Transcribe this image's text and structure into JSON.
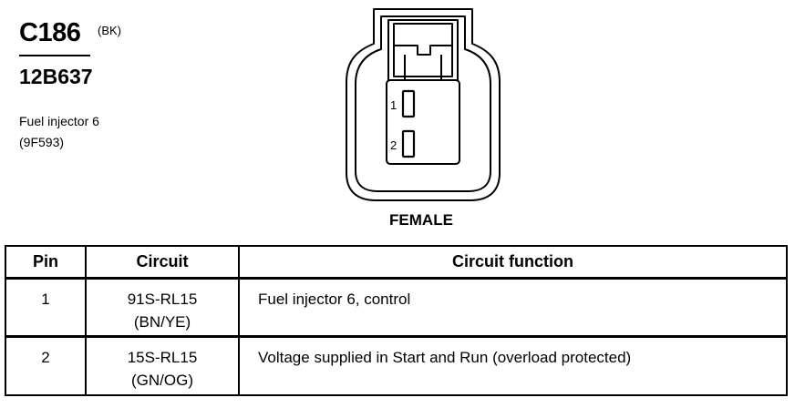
{
  "header": {
    "connector_id": "C186",
    "connector_color": "(BK)",
    "part_number": "12B637",
    "description_line1": "Fuel injector 6",
    "description_line2": "(9F593)"
  },
  "connector": {
    "gender": "FEMALE",
    "pin_labels": [
      "1",
      "2"
    ]
  },
  "pin_table": {
    "headers": [
      "Pin",
      "Circuit",
      "Circuit function"
    ],
    "rows": [
      {
        "pin": "1",
        "circuit": "91S-RL15",
        "wire_color": "(BN/YE)",
        "function": "Fuel injector 6, control"
      },
      {
        "pin": "2",
        "circuit": "15S-RL15",
        "wire_color": "(GN/OG)",
        "function": "Voltage supplied in Start and Run (overload protected)"
      }
    ]
  }
}
